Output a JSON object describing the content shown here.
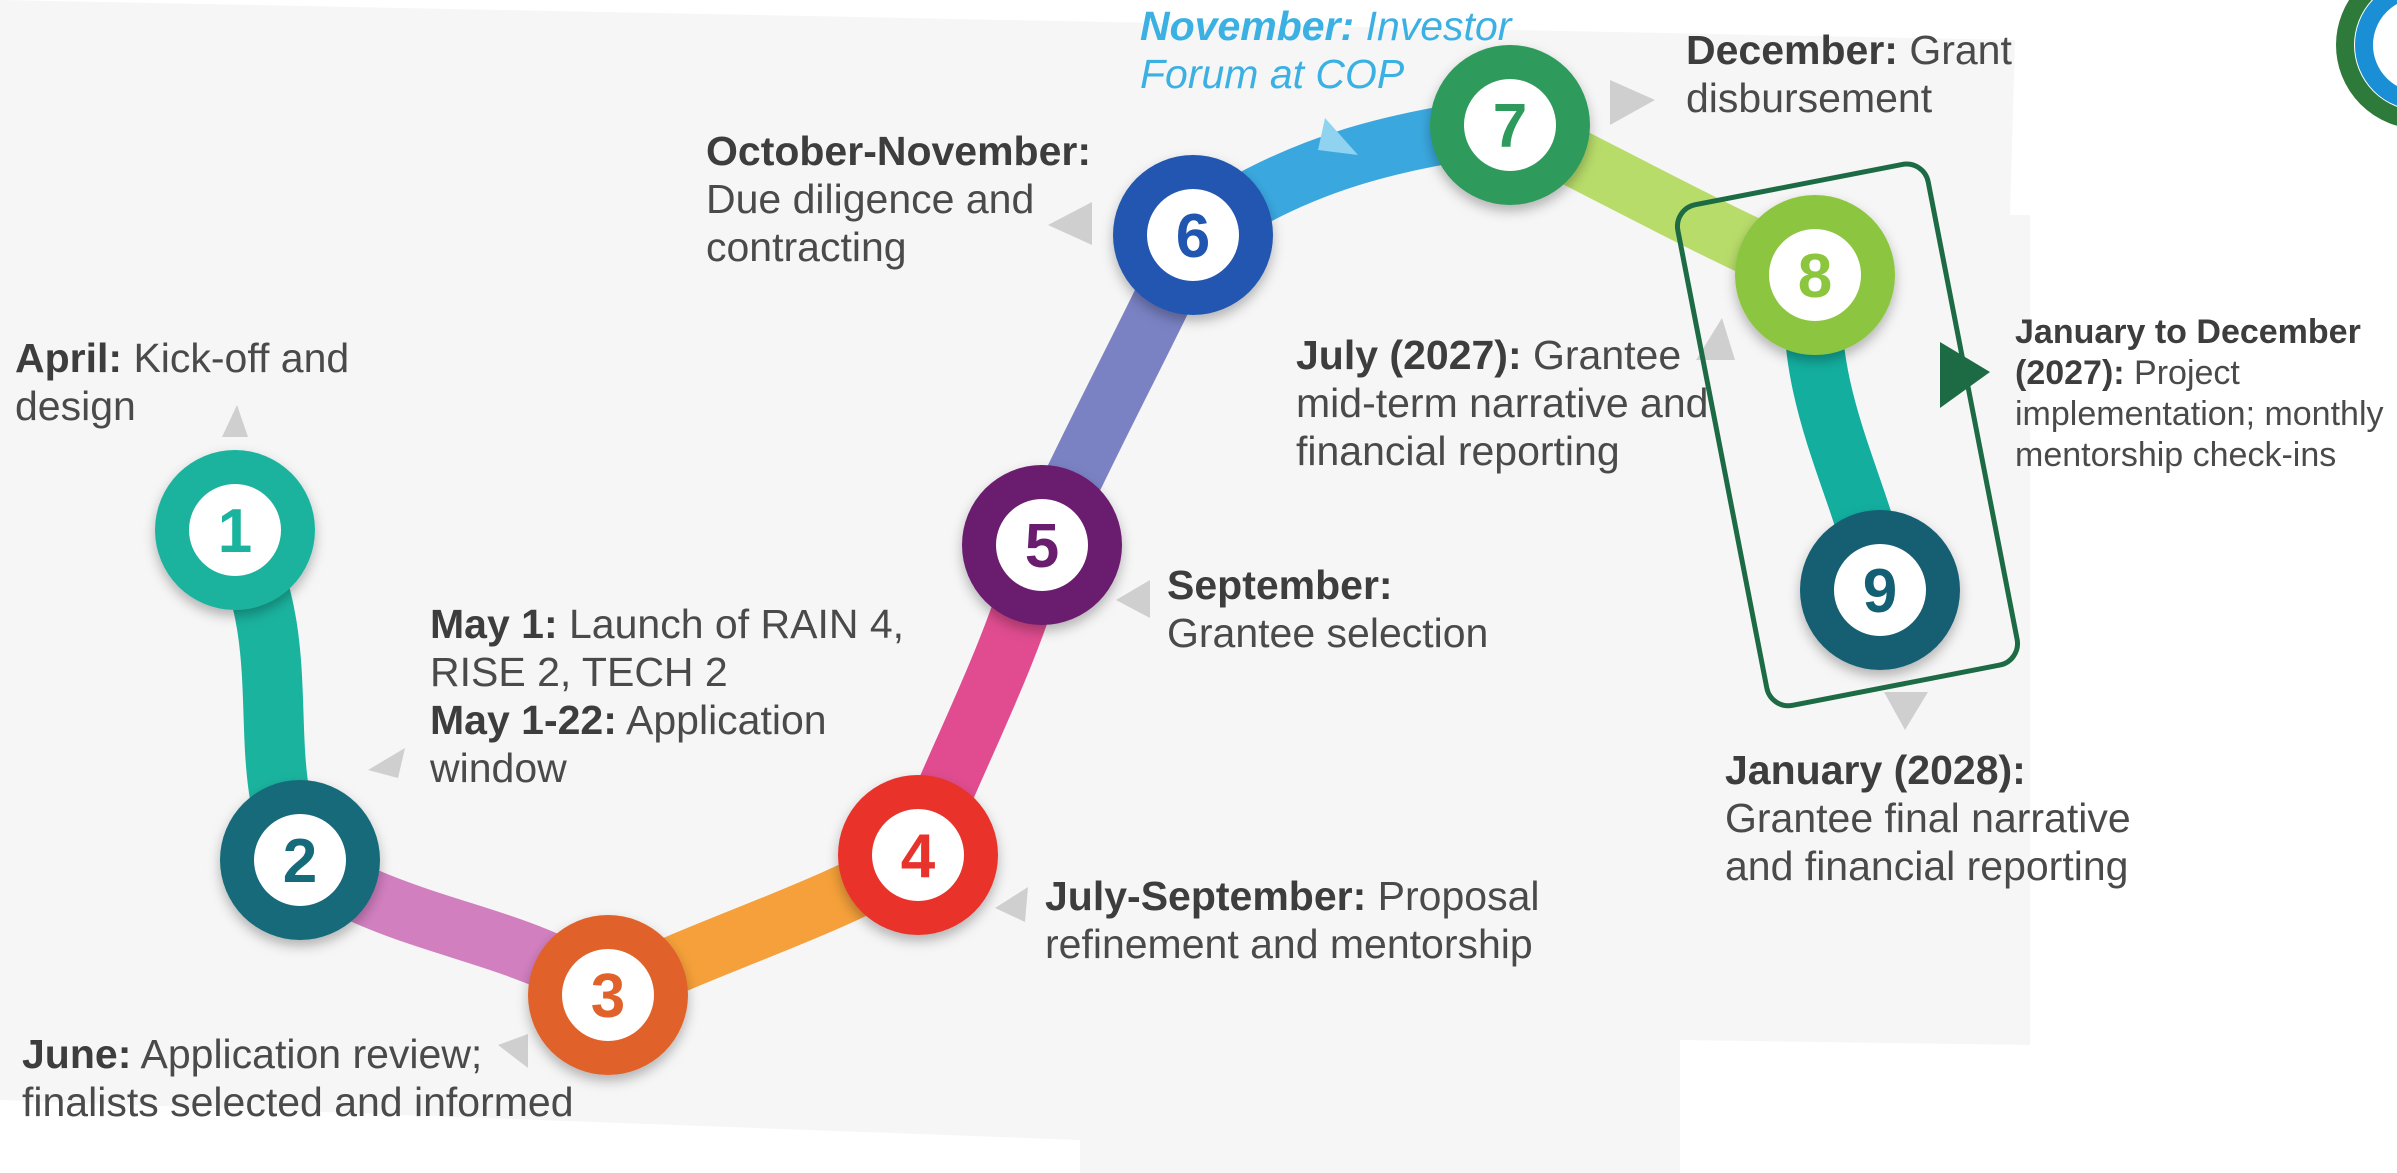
{
  "milestones": [
    {
      "number": "1",
      "color": "#1ab39e",
      "bold": "April:",
      "text": " Kick-off and design"
    },
    {
      "number": "2",
      "color": "#156b7a",
      "bold": "May 1:",
      "text": " Launch of RAIN 4, RISE 2, TECH 2",
      "bold2": "May 1-22:",
      "text2": " Application window"
    },
    {
      "number": "3",
      "color": "#e0622a",
      "bold": "June:",
      "text": " Application review; finalists selected and informed"
    },
    {
      "number": "4",
      "color": "#e8322c",
      "bold": "July-September:",
      "text": " Proposal refinement and mentorship"
    },
    {
      "number": "5",
      "color": "#6a1c6e",
      "bold": "September:",
      "text": " Grantee selection"
    },
    {
      "number": "6",
      "color": "#2056b0",
      "bold": "October-November:",
      "text": " Due diligence and contracting"
    },
    {
      "number": "7",
      "color": "#2e9a5c",
      "bold": "December:",
      "text": " Grant disbursement"
    },
    {
      "number": "8",
      "color": "#8cc63f",
      "bold": "July (2027):",
      "text": " Grantee mid-term narrative and financial reporting"
    },
    {
      "number": "9",
      "color": "#135f73",
      "bold": "January (2028):",
      "text": " Grantee final narrative and financial reporting"
    }
  ],
  "callouts": {
    "investor_forum": {
      "bold": "November:",
      "text": " Investor Forum at COP",
      "color": "#3bb0e3"
    },
    "implementation": {
      "bold": "January to December (2027):",
      "text": " Project implementation; monthly mentorship check-ins"
    }
  },
  "colors": {
    "frame": "#1d6b45",
    "arrow": "#cfcfcf",
    "logo_blue": "#1a8fd6",
    "logo_green": "#2d7a3a"
  }
}
